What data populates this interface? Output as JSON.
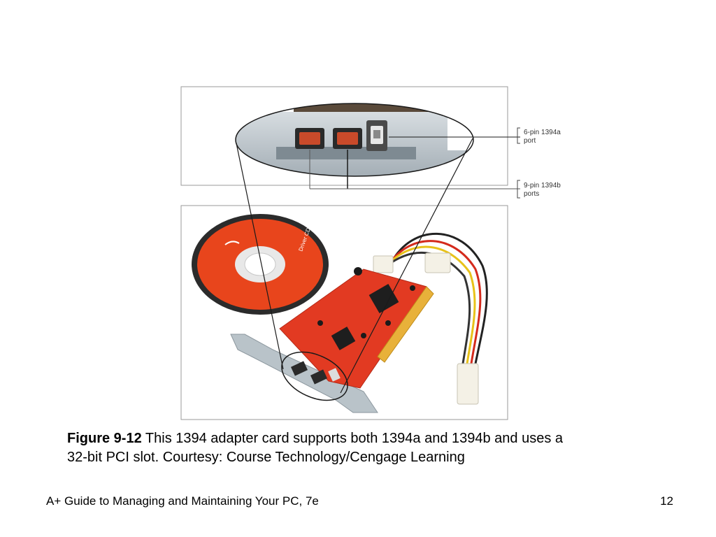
{
  "figure": {
    "callouts": {
      "six_pin_line1": "6-pin 1394a",
      "six_pin_line2": "port",
      "nine_pin_line1": "9-pin 1394b",
      "nine_pin_line2": "ports"
    },
    "disc_label": "Driver CD"
  },
  "caption": {
    "label": "Figure 9-12",
    "text_line1": "This 1394 adapter card supports both 1394a and 1394b and uses a",
    "text_line2": "32-bit PCI slot. Courtesy: Course Technology/Cengage Learning"
  },
  "footer": {
    "title": "A+ Guide to Managing and Maintaining Your PC, 7e",
    "page_number": "12"
  },
  "colors": {
    "pcb_red": "#e23a22",
    "disc_orange": "#e8451c",
    "bracket_gray": "#b9c3c9",
    "pci_gold": "#e8b13a"
  }
}
